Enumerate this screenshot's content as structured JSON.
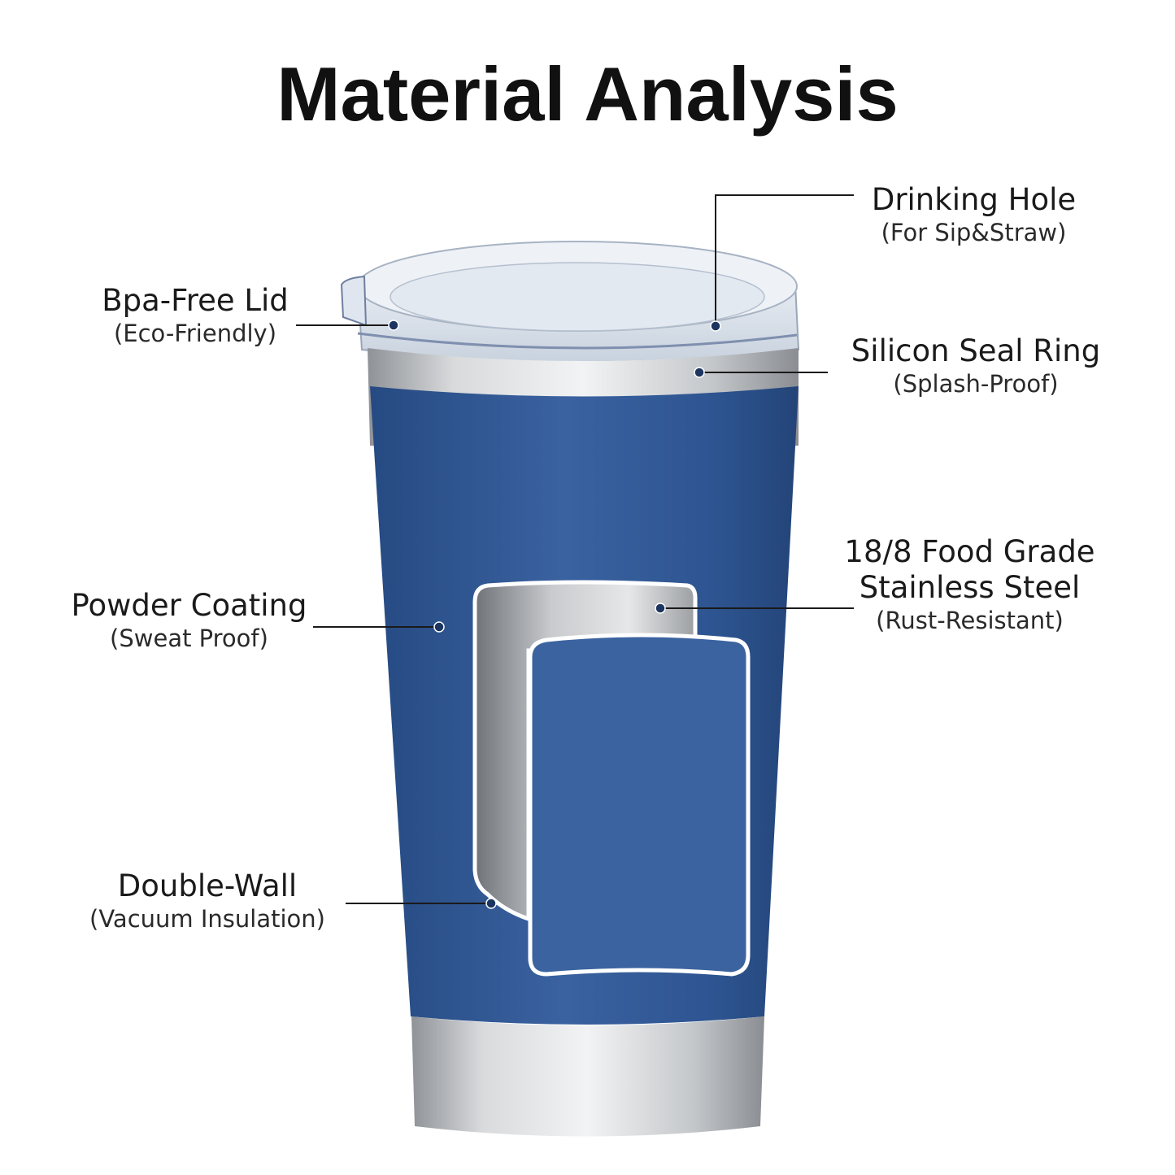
{
  "title": "Material Analysis",
  "labels": {
    "lid": {
      "main": "Bpa-Free Lid",
      "sub": "(Eco-Friendly)"
    },
    "powder": {
      "main": "Powder Coating",
      "sub": "(Sweat Proof)"
    },
    "wall": {
      "main": "Double-Wall",
      "sub": "(Vacuum Insulation)"
    },
    "hole": {
      "main": "Drinking Hole",
      "sub": "(For Sip&Straw)"
    },
    "seal": {
      "main": "Silicon Seal Ring",
      "sub": "(Splash-Proof)"
    },
    "steel": {
      "main1": "18/8 Food Grade",
      "main2": "Stainless Steel",
      "sub": "(Rust-Resistant)"
    }
  },
  "colors": {
    "body_blue": "#2f5590",
    "steel": "#c9cccf",
    "line": "#1a1a1a"
  }
}
